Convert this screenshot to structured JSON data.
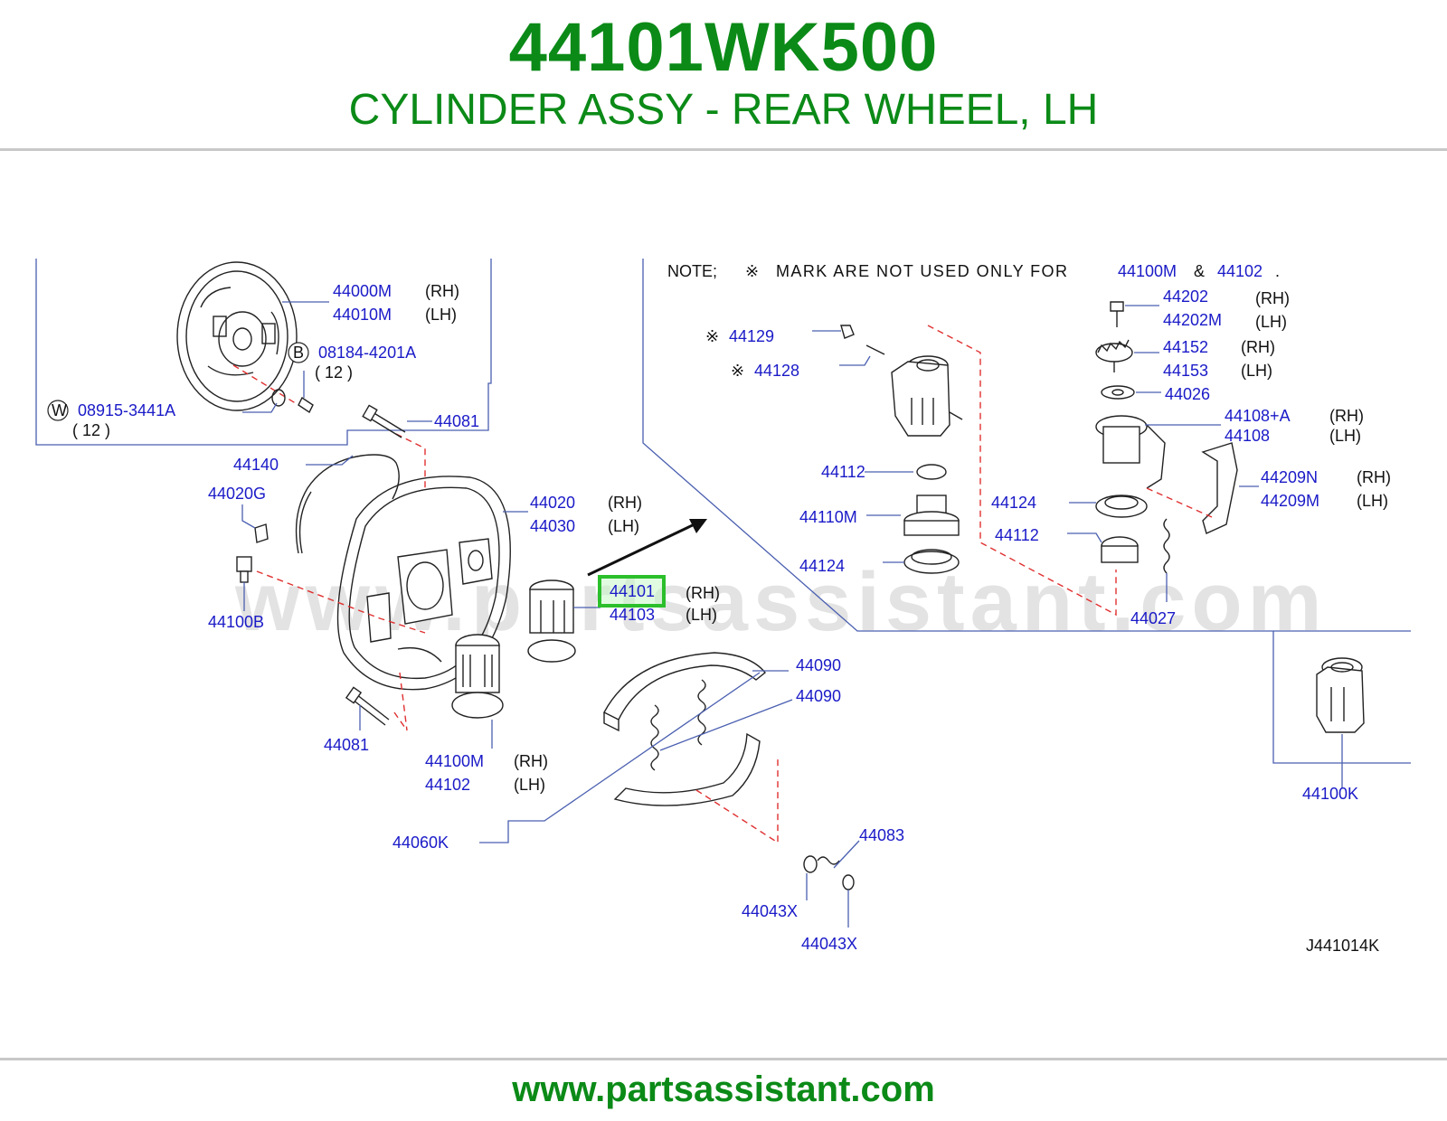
{
  "header": {
    "part_number": "44101WK500",
    "description": "CYLINDER ASSY - REAR WHEEL, LH"
  },
  "diagram": {
    "note": {
      "prefix": "NOTE;",
      "mark": "※",
      "text": "MARK ARE NOT USED ONLY FOR",
      "ref1": "44100M",
      "amp": "&",
      "ref2": "44102",
      "end": "."
    },
    "labels": {
      "p44000M": "44000M",
      "rh_44000M": "(RH)",
      "p44010M": "44010M",
      "lh_44010M": "(LH)",
      "circle_B": "B",
      "p08184": "08184-4201A",
      "qty_08184": "( 12 )",
      "circle_W": "W",
      "p08915": "08915-3441A",
      "qty_08915": "( 12 )",
      "p44081a": "44081",
      "p44140": "44140",
      "p44020G": "44020G",
      "p44020": "44020",
      "rh_44020": "(RH)",
      "p44030": "44030",
      "lh_44030": "(LH)",
      "p44100B": "44100B",
      "p44101": "44101",
      "rh_44101": "(RH)",
      "p44103": "44103",
      "lh_44103": "(LH)",
      "p44090a": "44090",
      "p44090b": "44090",
      "p44081b": "44081",
      "p44100M": "44100M",
      "rh_44100M": "(RH)",
      "p44102": "44102",
      "lh_44102": "(LH)",
      "p44060K": "44060K",
      "p44083": "44083",
      "p44043Xa": "44043X",
      "p44043Xb": "44043X",
      "p44129": "44129",
      "p44128": "44128",
      "p44112a": "44112",
      "p44110M": "44110M",
      "p44124a": "44124",
      "p44202": "44202",
      "rh_44202": "(RH)",
      "p44202M": "44202M",
      "lh_44202M": "(LH)",
      "p44152": "44152",
      "rh_44152": "(RH)",
      "p44153": "44153",
      "lh_44153": "(LH)",
      "p44026": "44026",
      "p44108A": "44108+A",
      "rh_44108A": "(RH)",
      "p44108": "44108",
      "lh_44108": "(LH)",
      "p44209N": "44209N",
      "rh_44209N": "(RH)",
      "p44209M": "44209M",
      "lh_44209M": "(LH)",
      "p44124b": "44124",
      "p44112b": "44112",
      "p44027": "44027",
      "p44100K": "44100K",
      "diagram_code": "J441014K"
    },
    "watermark": "www.partsassistant.com"
  },
  "footer": {
    "url": "www.partsassistant.com"
  },
  "colors": {
    "brand_green": "#0b8a17",
    "label_blue": "#1a1ac8",
    "highlight_green": "#2bbf2b",
    "leader_red": "#e03030",
    "outline_blue": "#4a5fb0"
  }
}
